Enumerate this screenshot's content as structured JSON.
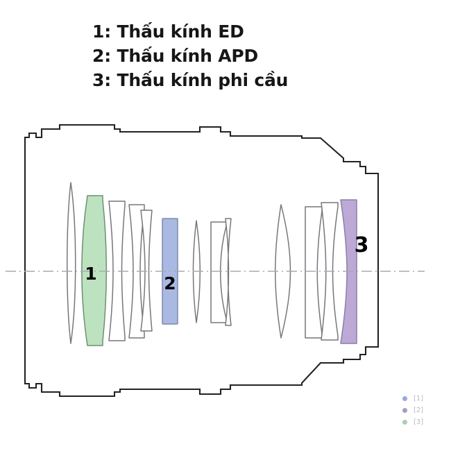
{
  "caption": {
    "lines": [
      "1: Thấu kính ED",
      "2: Thấu kính APD",
      "3: Thấu kính phi cầu"
    ]
  },
  "diagram": {
    "title": "Lens optical cross-section diagram",
    "element_labels": {
      "ed": "1",
      "apd": "2",
      "aspherical": "3"
    },
    "colors": {
      "ed_green": "#bde2c0",
      "apd_blue": "#aab9e2",
      "aspherical_purple": "#bca9d6",
      "barrel_outline": "#222222",
      "lens_outline": "#77767c",
      "optical_axis": "#a9a9b0",
      "background": "#ffffff"
    }
  },
  "key": {
    "items": [
      {
        "label": "[1]",
        "color": "#9aa8d4"
      },
      {
        "label": "[2]",
        "color": "#a79bc4"
      },
      {
        "label": "[3]",
        "color": "#a8cfae"
      }
    ]
  }
}
